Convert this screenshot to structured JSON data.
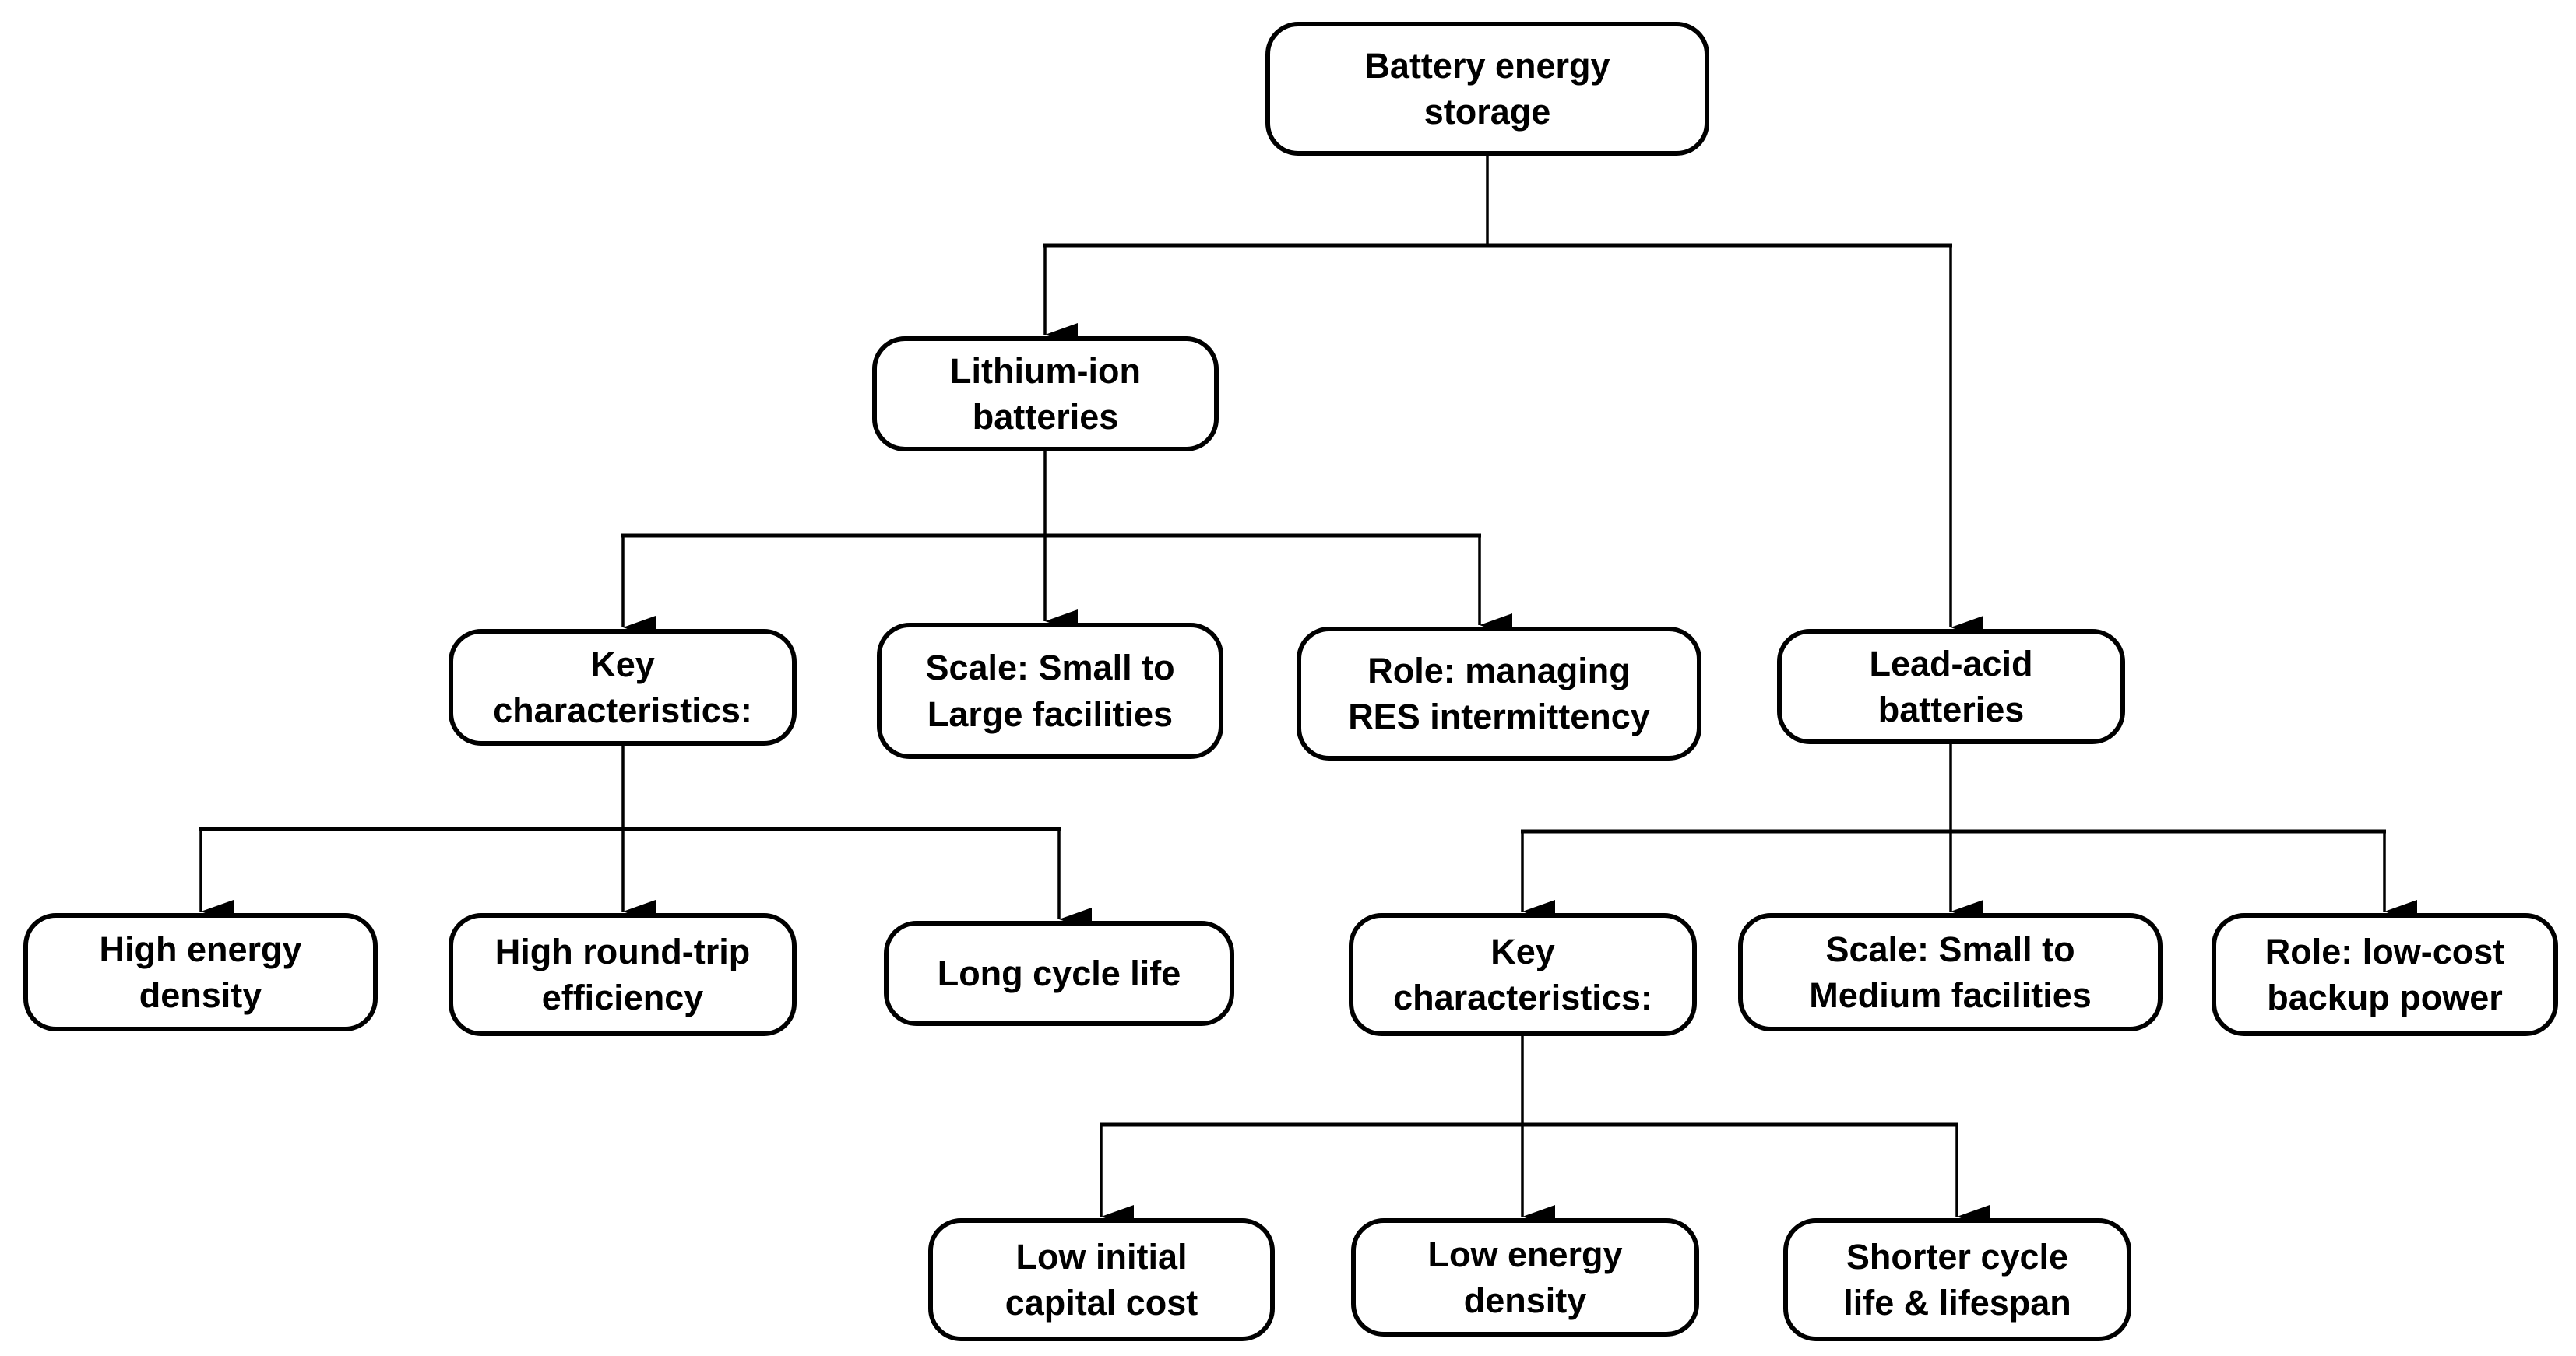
{
  "diagram": {
    "root": {
      "label": "Battery energy\nstorage"
    },
    "branches": [
      {
        "label": "Lithium-ion\nbatteries",
        "children": [
          {
            "label": "Key\ncharacteristics:",
            "children": [
              {
                "label": "High energy\ndensity"
              },
              {
                "label": "High round-trip\nefficiency"
              },
              {
                "label": "Long cycle life"
              }
            ]
          },
          {
            "label": "Scale: Small to\nLarge facilities"
          },
          {
            "label": "Role: managing\nRES intermittency"
          }
        ]
      },
      {
        "label": "Lead-acid\nbatteries",
        "children": [
          {
            "label": "Key\ncharacteristics:",
            "children": [
              {
                "label": "Low initial\ncapital cost"
              },
              {
                "label": "Low energy\ndensity"
              },
              {
                "label": "Shorter cycle\nlife & lifespan"
              }
            ]
          },
          {
            "label": "Scale: Small to\nMedium facilities"
          },
          {
            "label": "Role: low-cost\nbackup power"
          }
        ]
      }
    ],
    "colors": {
      "line": "#000000",
      "box_border": "#000000",
      "box_fill": "#ffffff",
      "text": "#000000",
      "background": "#ffffff"
    }
  }
}
